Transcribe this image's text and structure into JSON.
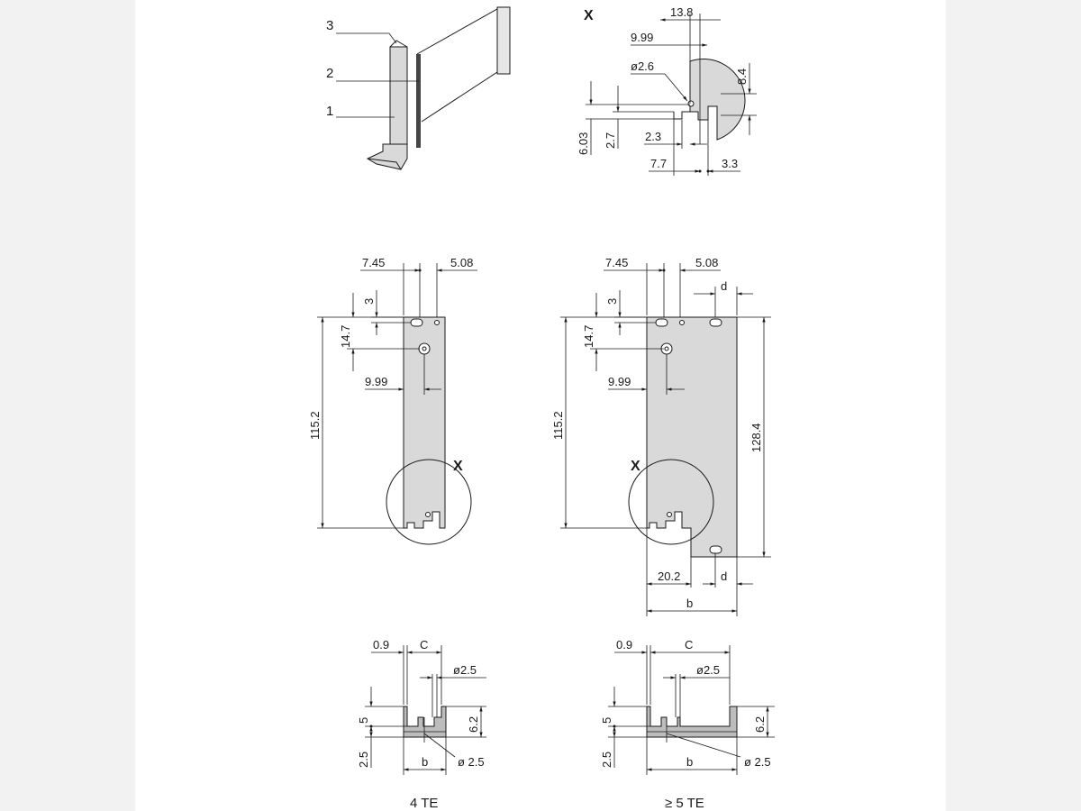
{
  "perspective": {
    "callouts": [
      "3",
      "2",
      "1"
    ]
  },
  "detail_x": {
    "title": "X",
    "dims": [
      "13.8",
      "9.99",
      "ø2.6",
      "8.4",
      "6.03",
      "2.7",
      "2.3",
      "7.7",
      "3.3"
    ]
  },
  "front_4te": {
    "dims": [
      "7.45",
      "5.08",
      "3",
      "14.7",
      "9.99",
      "115.2"
    ],
    "detail_marker": "X"
  },
  "front_5te": {
    "dims": [
      "7.45",
      "5.08",
      "d",
      "3",
      "14.7",
      "9.99",
      "115.2",
      "128.4",
      "20.2",
      "d",
      "b"
    ],
    "detail_marker": "X"
  },
  "section_4te": {
    "dims": [
      "0.9",
      "C",
      "ø2.5",
      "5",
      "6.2",
      "2.5",
      "b",
      "ø 2.5"
    ],
    "caption": "4 TE"
  },
  "section_5te": {
    "dims": [
      "0.9",
      "C",
      "ø2.5",
      "5",
      "6.2",
      "2.5",
      "b",
      "ø 2.5"
    ],
    "caption": "≥ 5 TE"
  }
}
